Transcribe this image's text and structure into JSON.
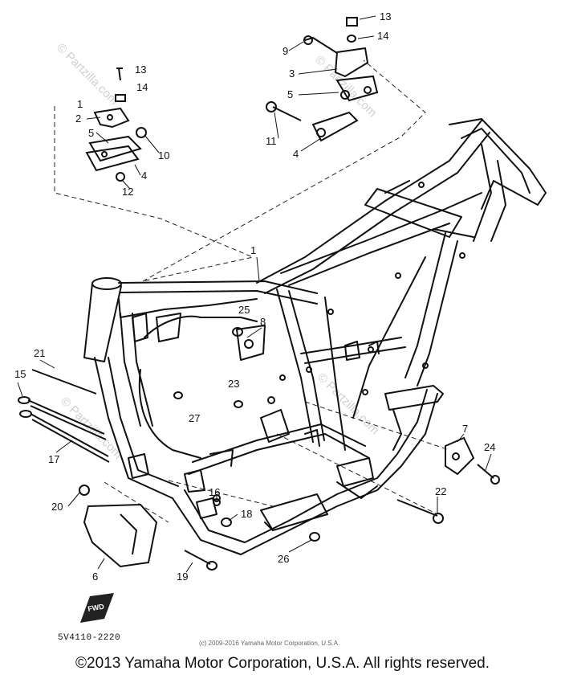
{
  "diagram": {
    "part_code": "5V4110-2220",
    "small_copyright": "(c) 2009-2016 Yamaha Motor Corporation, U.S.A.",
    "fwd_label": "FWD",
    "watermark": "© Partzilla.com",
    "callouts": [
      "1",
      "2",
      "3",
      "4",
      "5",
      "6",
      "7",
      "8",
      "9",
      "10",
      "11",
      "12",
      "13",
      "14",
      "15",
      "16",
      "17",
      "18",
      "19",
      "20",
      "21",
      "22",
      "23",
      "24",
      "25",
      "26",
      "27"
    ]
  },
  "footer": {
    "copyright": "©2013 Yamaha Motor Corporation, U.S.A. All rights reserved."
  }
}
